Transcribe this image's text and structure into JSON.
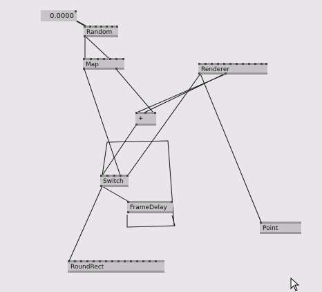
{
  "app": {
    "name": "patch-editor"
  },
  "value_box": {
    "value": "0.0000"
  },
  "nodes": {
    "random": {
      "label": "Random"
    },
    "map": {
      "label": "Map"
    },
    "renderer": {
      "label": "Renderer"
    },
    "plus": {
      "label": "+"
    },
    "switch": {
      "label": "Switch"
    },
    "framedelay": {
      "label": "FrameDelay"
    },
    "point": {
      "label": "Point"
    },
    "roundrect": {
      "label": "RoundRect"
    }
  },
  "colors": {
    "canvas_bg": "#e9e6ea",
    "node_body": "#c6c4c6",
    "node_pinrow": "#9a989a",
    "pin": "#4a4a4a",
    "link": "#111111"
  },
  "icons": {
    "cursor": "mouse-pointer-icon"
  }
}
